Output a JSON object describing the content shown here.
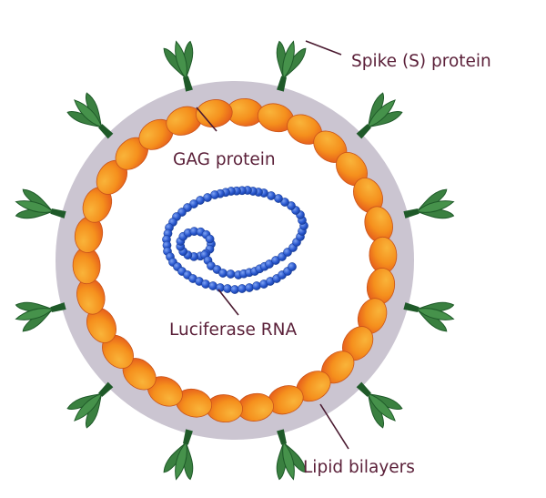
{
  "labels": {
    "spike": "Spike (S) protein",
    "gag": "GAG protein",
    "rna": "Luciferase RNA",
    "lipid": "Lipid bilayers"
  },
  "colors": {
    "label_text": "#5a1f38",
    "leader_line": "#4a1a30",
    "lipid_bilayer": "#c9c3cf",
    "gag_light": "#f7a123",
    "gag_dark": "#e8581c",
    "gag_outline": "#c9541a",
    "spike_fill": "#3a8040",
    "spike_dark": "#1f5a29",
    "rna_bead": "#1f4fc4",
    "rna_highlight": "#6f96ee"
  },
  "counts": {
    "gag_subunits": 30,
    "spike_proteins": 12
  }
}
